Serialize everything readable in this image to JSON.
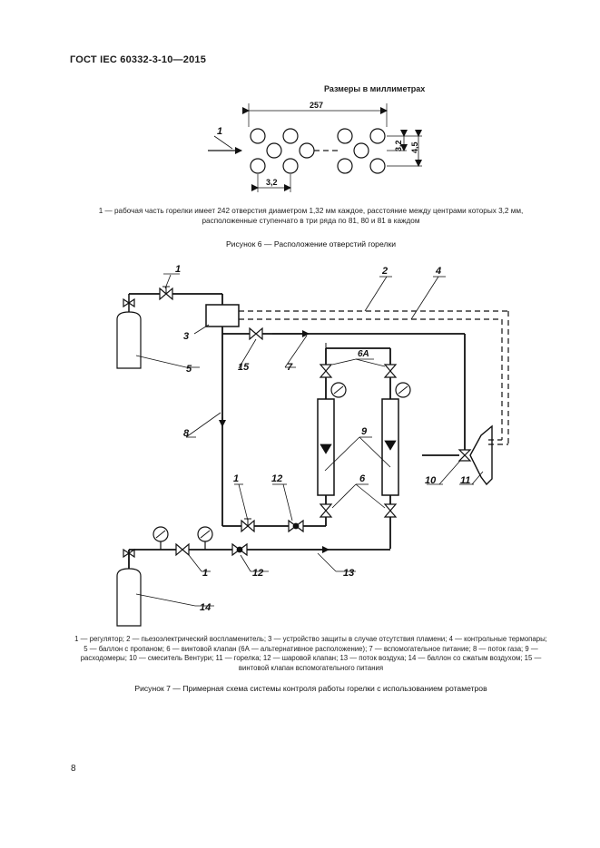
{
  "header": "ГОСТ IEC 60332-3-10—2015",
  "fig6": {
    "dims_note": "Размеры в миллиметрах",
    "dim_width": "257",
    "dim_pitch": "3,2",
    "dim_vpitch": "3,2",
    "dim_height": "4,5",
    "label_1": "1",
    "caption": "1 — рабочая часть горелки имеет 242 отверстия диаметром 1,32 мм каждое, расстояние между центрами которых 3,2 мм, расположенные ступенчато в три ряда по 81, 80 и 81 в каждом",
    "title": "Рисунок 6 — Расположение отверстий горелки"
  },
  "fig7": {
    "labels": {
      "l1_top": "1",
      "l2": "2",
      "l3": "3",
      "l4": "4",
      "l5": "5",
      "l6a": "6A",
      "l7": "7",
      "l8": "8",
      "l9": "9",
      "l15": "15",
      "l1_mid": "1",
      "l12_mid": "12",
      "l6": "6",
      "l10": "10",
      "l11": "11",
      "l1_bot": "1",
      "l12_bot": "12",
      "l13": "13",
      "l14": "14"
    },
    "caption": "1 — регулятор; 2 — пьезоэлектрический воспламенитель; 3 — устройство защиты в случае отсутствия пламени; 4 — контрольные термопары; 5 — баллон с пропаном; 6 — винтовой клапан (6А — альтернативное расположение); 7 — вспомогательное питание; 8 — поток газа; 9 — расходомеры; 10 — смеситель Вентури; 11 — горелка; 12 — шаровой клапан; 13 — поток воздуха; 14 — баллон со сжатым воздухом; 15 — винтовой клапан вспомогательного питания",
    "title": "Рисунок 7 — Примерная схема системы контроля работы горелки с использованием ротаметров"
  },
  "page_number": "8"
}
